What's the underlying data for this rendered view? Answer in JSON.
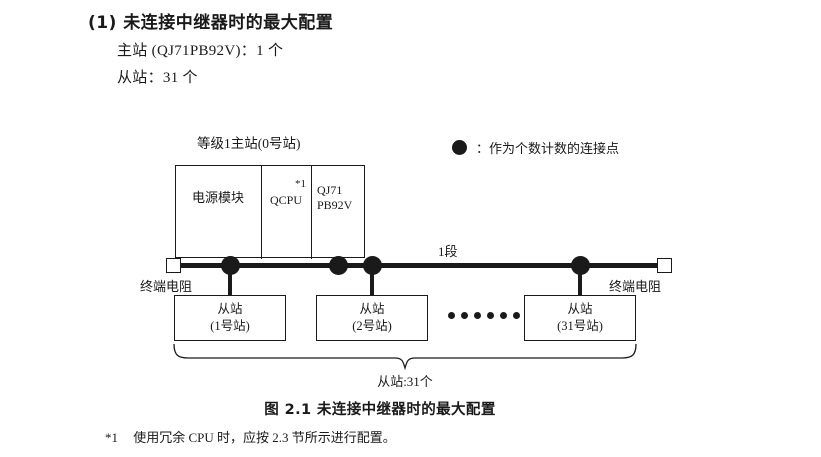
{
  "section": {
    "number": "(1)",
    "title": "未连接中继器时的最大配置",
    "lines": [
      "主站 (QJ71PB92V)：1 个",
      "从站：31 个"
    ]
  },
  "legend": {
    "icon": "filled-circle",
    "text": "：作为个数计数的连接点"
  },
  "diagram": {
    "master_caption": "等级1主站(0号站)",
    "module": {
      "power": "电源模块",
      "cpu": "QCPU",
      "cpu_footnote_mark": "*1",
      "network_line1": "QJ71",
      "network_line2": "PB92V"
    },
    "segment_label": "1段",
    "terminator_left": "终端电阻",
    "terminator_right": "终端电阻",
    "slaves": [
      {
        "name": "从站",
        "station": "(1号站)"
      },
      {
        "name": "从站",
        "station": "(2号站)"
      },
      {
        "name": "从站",
        "station": "(31号站)"
      }
    ],
    "ellipsis_dot_count": 6,
    "bus_dot_count": 4,
    "brace_caption": "从站:31个"
  },
  "figure_caption": "图 2.1  未连接中继器时的最大配置",
  "footnote": {
    "mark": "*1",
    "text": "使用冗余 CPU 时，应按 2.3 节所示进行配置。"
  },
  "colors": {
    "ink": "#1a1a1a",
    "background": "#ffffff"
  }
}
